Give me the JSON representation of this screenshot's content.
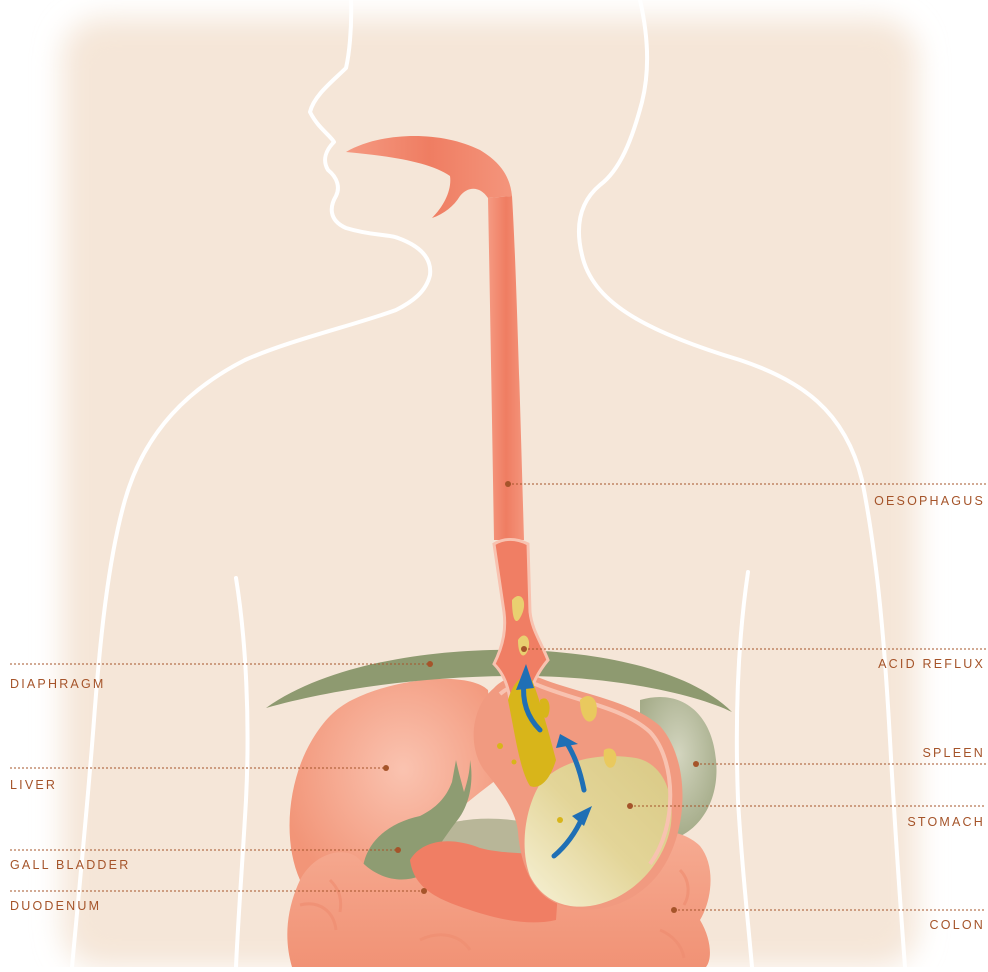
{
  "labels": {
    "oesophagus": "OESOPHAGUS",
    "acid_reflux": "ACID REFLUX",
    "diaphragm": "DIAPHRAGM",
    "spleen": "SPLEEN",
    "liver": "LIVER",
    "stomach": "STOMACH",
    "gall_bladder": "GALL BLADDER",
    "duodenum": "DUODENUM",
    "colon": "COLON"
  },
  "colors": {
    "skin_background": "#f5e6d8",
    "body_outline": "#ffffff",
    "oesophagus": "#f08a72",
    "organ_pink": "#f6a98f",
    "diaphragm": "#8e9a70",
    "spleen": "#b3b89a",
    "gall_bladder": "#8e9c72",
    "stomach_contents": "#e2d49a",
    "acid": "#d8b51a",
    "arrow": "#1f6fb5",
    "leader_line": "#a5542a"
  }
}
